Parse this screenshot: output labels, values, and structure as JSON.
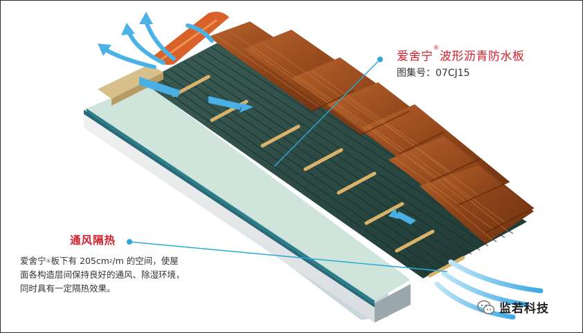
{
  "product": {
    "title": "爱舍宁",
    "reg_mark": "®",
    "title_suffix": "波形沥青防水板",
    "atlas": "图集号：07CJ15"
  },
  "ventilation": {
    "title": "通风隔热",
    "line1_pre": "爱舍宁",
    "line1_reg": "®",
    "line1_mid": "板下有 205cm",
    "line1_sup": "2",
    "line1_post": "/m 的空间，使屋",
    "line2": "面各构造层间保持良好的通风、除湿环境，",
    "line3": "同时具有一定隔热效果。"
  },
  "logo": {
    "text": "监若科技",
    "icon": "wechat-logo-icon"
  },
  "colors": {
    "title_red": "#d21f2b",
    "leader_blue": "#2aa8d8",
    "tile_brown": "#9b4f22",
    "batten": "#d9b26b",
    "sheet_green": "#2e4c44",
    "board_mint": "#cfe5dc",
    "slab_grey": "#e8e8e8",
    "edge_teal": "#2a6a76"
  }
}
